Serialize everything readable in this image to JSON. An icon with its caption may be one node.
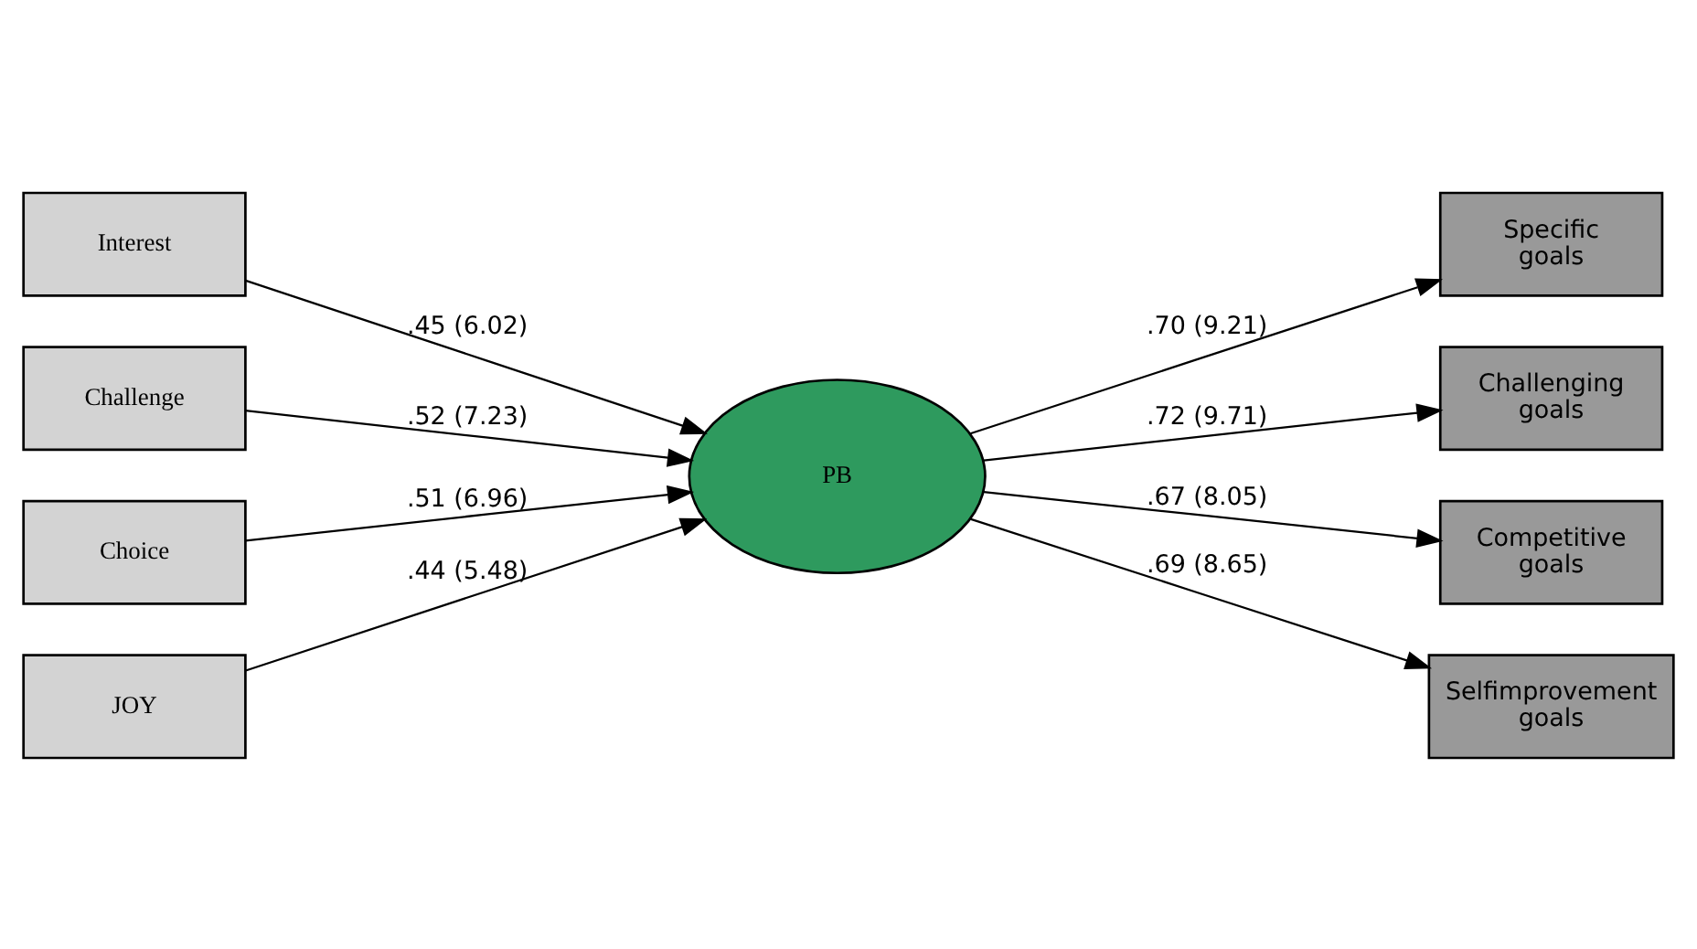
{
  "diagram": {
    "nodes": [
      {
        "text": [
          "Interest"
        ]
      },
      {
        "text": [
          "Challenge"
        ]
      },
      {
        "text": [
          "Choice"
        ]
      },
      {
        "text": [
          "JOY"
        ]
      },
      {
        "text": [
          "PB"
        ]
      },
      {
        "text": [
          "Specific goals"
        ]
      },
      {
        "text": [
          "Challenging goals"
        ]
      },
      {
        "text": [
          "Competitive goals"
        ]
      },
      {
        "text": [
          "Selfimprovement goals"
        ]
      }
    ],
    "edges": [
      {
        "from": 0,
        "to": 4,
        "arrow": "to",
        "label": ".45 (6.02)"
      },
      {
        "from": 1,
        "to": 4,
        "arrow": "to",
        "label": ".52 (7.23)"
      },
      {
        "from": 2,
        "to": 4,
        "arrow": "to",
        "label": ".51 (6.96)"
      },
      {
        "from": 3,
        "to": 4,
        "arrow": "to",
        "label": ".44 (5.48)"
      },
      {
        "from": 4,
        "to": 5,
        "arrow": "to",
        "label": ".70 (9.21)"
      },
      {
        "from": 4,
        "to": 6,
        "arrow": "to",
        "label": ".72 (9.71)"
      },
      {
        "from": 4,
        "to": 7,
        "arrow": "to",
        "label": ".67 (8.05)"
      },
      {
        "from": 4,
        "to": 8,
        "arrow": "to",
        "label": ".69 (8.65)"
      }
    ]
  }
}
